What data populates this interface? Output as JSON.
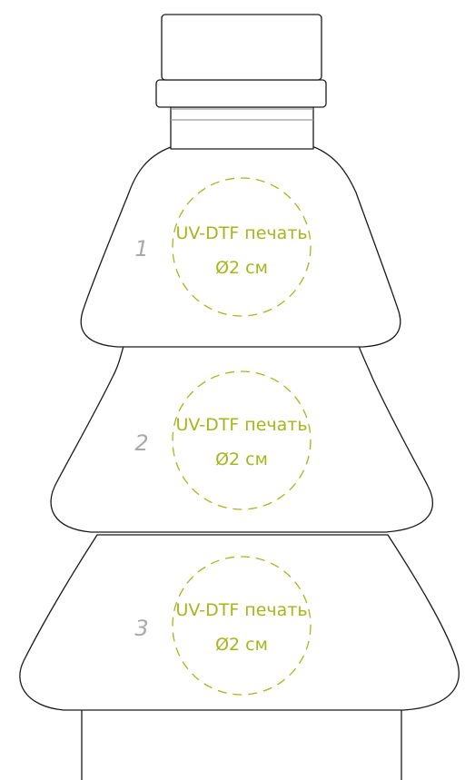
{
  "zones": [
    {
      "number": "1",
      "line1": "UV-DTF печать",
      "line2": "Ø2 см"
    },
    {
      "number": "2",
      "line1": "UV-DTF печать",
      "line2": "Ø2 см"
    },
    {
      "number": "3",
      "line1": "UV-DTF печать",
      "line2": "Ø2 см"
    }
  ],
  "colors": {
    "outline": "#1a1a1a",
    "print_zone": "#a6b51c",
    "tier_number": "#a9a9a9"
  }
}
